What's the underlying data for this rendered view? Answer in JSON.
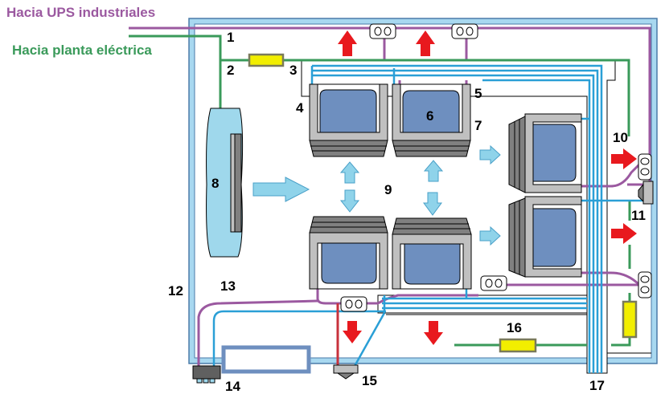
{
  "titles": {
    "ups": "Hacia UPS industriales",
    "power_plant": "Hacia planta eléctrica"
  },
  "colors": {
    "ups_line": "#9b59a0",
    "power_line": "#3a9a5a",
    "data_line": "#2a9fd6",
    "wall": "#a8d8f0",
    "wall_border": "#4a7aa8",
    "rack_gray": "#c0c0c0",
    "rack_dark": "#808080",
    "server_blue": "#6e8fbf",
    "air_flow": "#8fd3ea",
    "hot_air": "#e8191e",
    "fuse": "#f2ee00",
    "ac_unit": "#9fd8ec"
  },
  "labels": {
    "n1": "1",
    "n2": "2",
    "n3": "3",
    "n4": "4",
    "n5": "5",
    "n6": "6",
    "n7": "7",
    "n8": "8",
    "n9": "9",
    "n10": "10",
    "n11": "11",
    "n12": "12",
    "n13": "13",
    "n14": "14",
    "n15": "15",
    "n16": "16",
    "n17": "17"
  },
  "icons": {
    "outlet": "double-socket",
    "hot_arrow": "red-arrow",
    "cold_arrow": "light-blue-arrow"
  }
}
